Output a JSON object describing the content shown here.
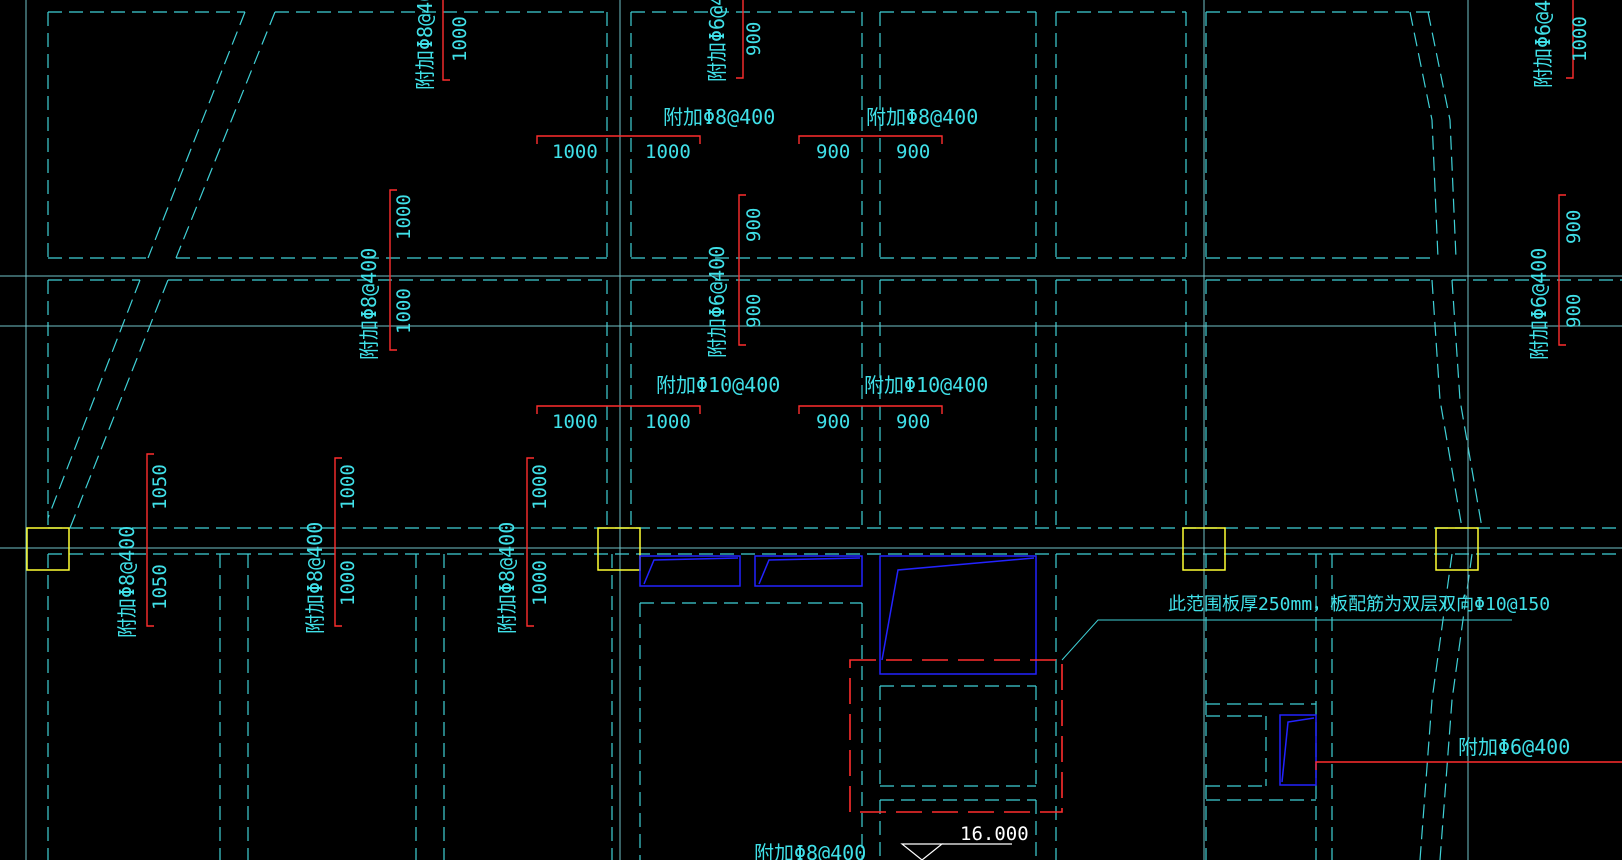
{
  "drawing": {
    "colors": {
      "background": "#000000",
      "beam": "#3fd0d6",
      "grid": "#6fc2c8",
      "rebar": "#ff2d2d",
      "text": "#40e0e8",
      "column": "#ffff33",
      "opening": "#2323ff",
      "elevation": "#ffffff"
    },
    "reinforcement_labels": {
      "phi8_400": "附加Φ8@400",
      "phi6_400": "附加Φ6@400",
      "phi10_400": "附加Φ10@400"
    },
    "dimensions": {
      "d1000": "1000",
      "d900": "900",
      "d1050": "1050"
    },
    "note": "此范围板厚250mm，板配筋为双层双向Φ10@150",
    "elevation": "16.000"
  }
}
